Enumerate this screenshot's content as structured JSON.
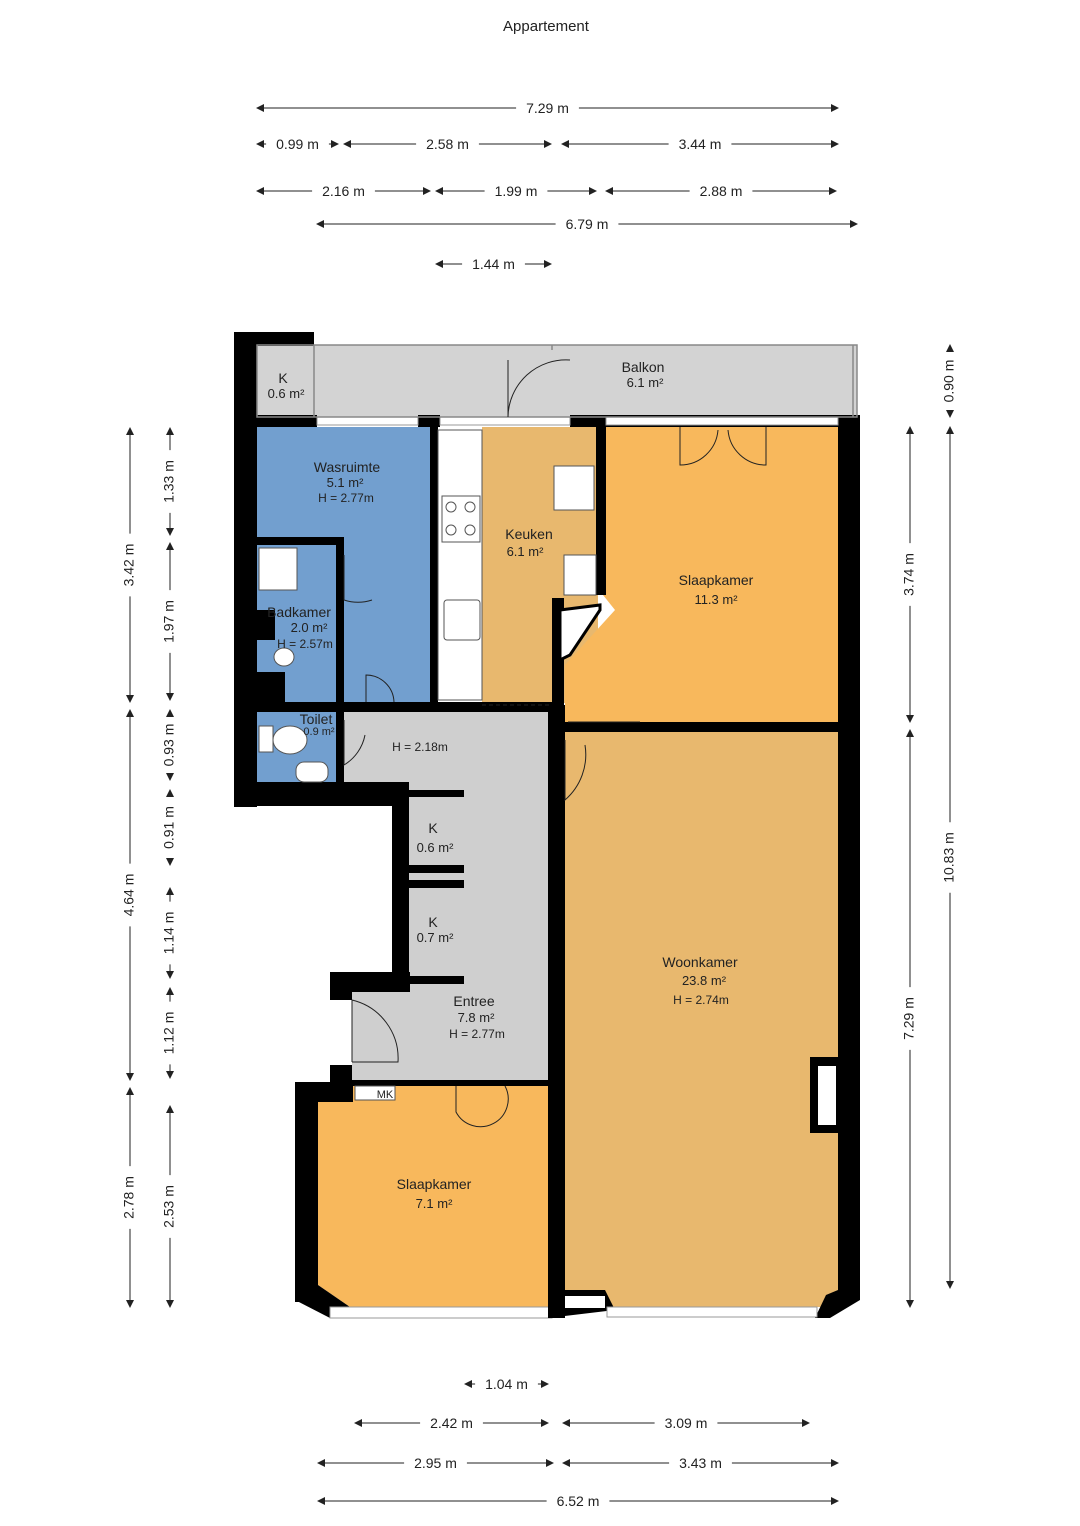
{
  "title": "Appartement",
  "rooms": {
    "k_balcony": {
      "name": "K",
      "area": "0.6 m²"
    },
    "balkon": {
      "name": "Balkon",
      "area": "6.1 m²"
    },
    "wasruimte": {
      "name": "Wasruimte",
      "area": "5.1 m²",
      "height": "H = 2.77m"
    },
    "keuken": {
      "name": "Keuken",
      "area": "6.1 m²"
    },
    "slaapkamer_top": {
      "name": "Slaapkamer",
      "area": "11.3 m²"
    },
    "badkamer": {
      "name": "Badkamer",
      "area": "2.0 m²",
      "height": "H = 2.57m"
    },
    "toilet": {
      "name": "Toilet",
      "area": "0.9 m²"
    },
    "hall": {
      "height": "H = 2.18m"
    },
    "k_closet1": {
      "name": "K",
      "area": "0.6 m²"
    },
    "k_closet2": {
      "name": "K",
      "area": "0.7 m²"
    },
    "entree": {
      "name": "Entree",
      "area": "7.8 m²",
      "height": "H = 2.77m"
    },
    "woonkamer": {
      "name": "Woonkamer",
      "area": "23.8 m²",
      "height": "H = 2.74m"
    },
    "slaapkamer_bottom": {
      "name": "Slaapkamer",
      "area": "7.1 m²"
    },
    "meter": {
      "label": "MK"
    }
  },
  "dims": {
    "top": [
      "7.29 m",
      "0.99 m",
      "2.58 m",
      "3.44 m",
      "2.16 m",
      "1.99 m",
      "2.88 m",
      "6.79 m",
      "1.44 m"
    ],
    "bottom": [
      "1.04 m",
      "2.42 m",
      "3.09 m",
      "2.95 m",
      "3.43 m",
      "6.52 m"
    ],
    "left_outer": [
      "3.42 m",
      "4.64 m",
      "2.78 m"
    ],
    "left_inner": [
      "1.33 m",
      "1.97 m",
      "0.93 m",
      "0.91 m",
      "1.14 m",
      "1.12 m",
      "2.53 m"
    ],
    "right_inner": [
      "3.74 m",
      "7.29 m"
    ],
    "right_outer": [
      "0.90 m",
      "10.83 m"
    ]
  },
  "colors": {
    "wall": "#000000",
    "blue": "#729fcf",
    "orange": "#f8b85c",
    "tan": "#e8b86e",
    "kitchen": "#e8b86e",
    "grey": "#cfcfcf",
    "balcony": "#d3d3d3"
  }
}
